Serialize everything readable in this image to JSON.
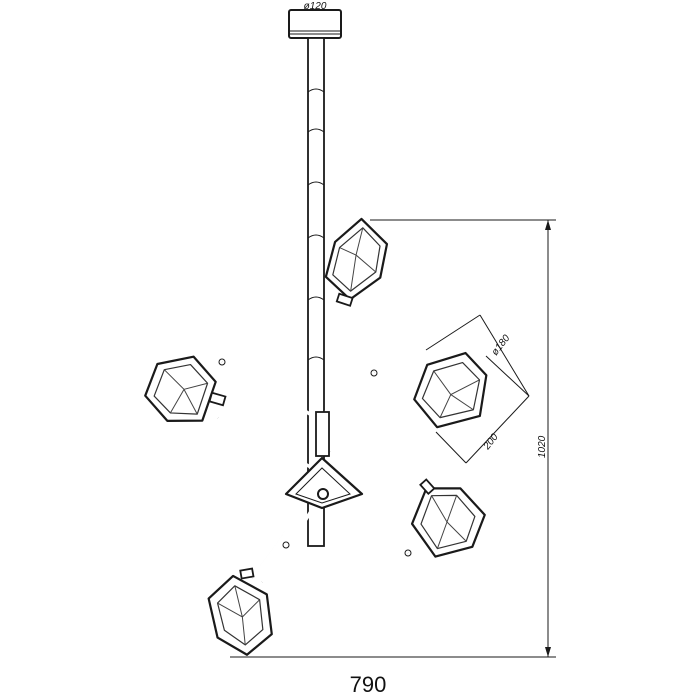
{
  "drawing": {
    "canopy_diameter_label": "ø120",
    "shade_diameter_label": "ø180",
    "shade_height_label": "200",
    "total_height_label": "1020",
    "total_width_label": "790"
  }
}
